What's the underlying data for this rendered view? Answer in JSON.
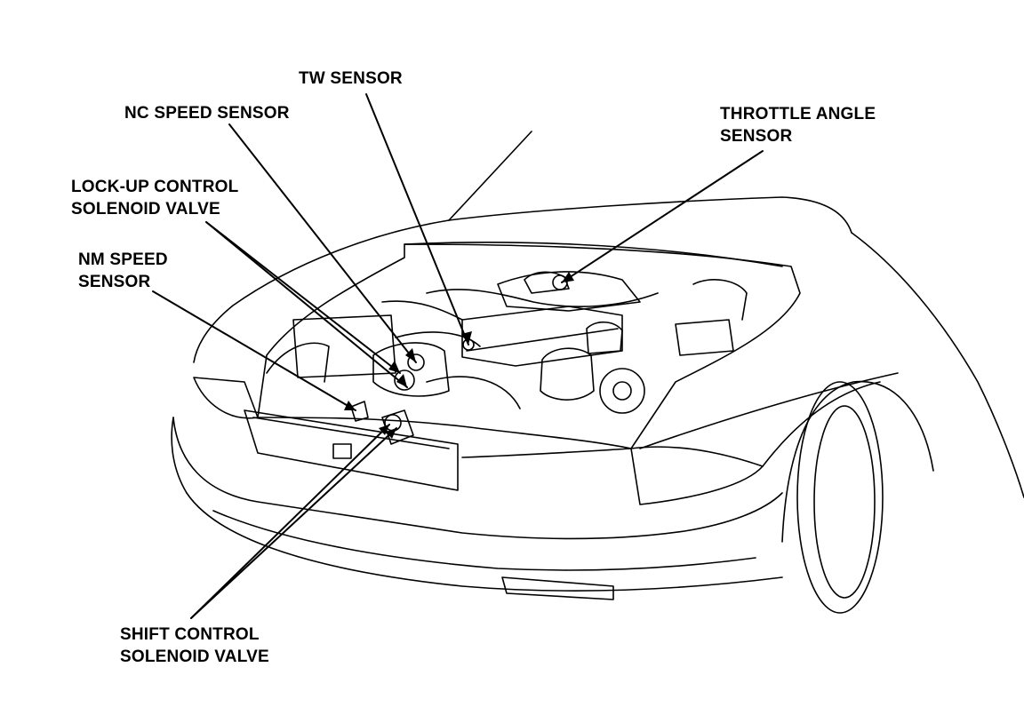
{
  "colors": {
    "ink": "#000000",
    "paper": "#ffffff"
  },
  "labels": {
    "tw_sensor": [
      "TW SENSOR"
    ],
    "nc_speed_sensor": [
      "NC SPEED SENSOR"
    ],
    "throttle_angle_sensor": [
      "THROTTLE ANGLE",
      "SENSOR"
    ],
    "lockup_solenoid": [
      "LOCK-UP CONTROL",
      "SOLENOID VALVE"
    ],
    "nm_speed_sensor": [
      "NM SPEED",
      "SENSOR"
    ],
    "shift_solenoid": [
      "SHIFT CONTROL",
      "SOLENOID VALVE"
    ]
  }
}
